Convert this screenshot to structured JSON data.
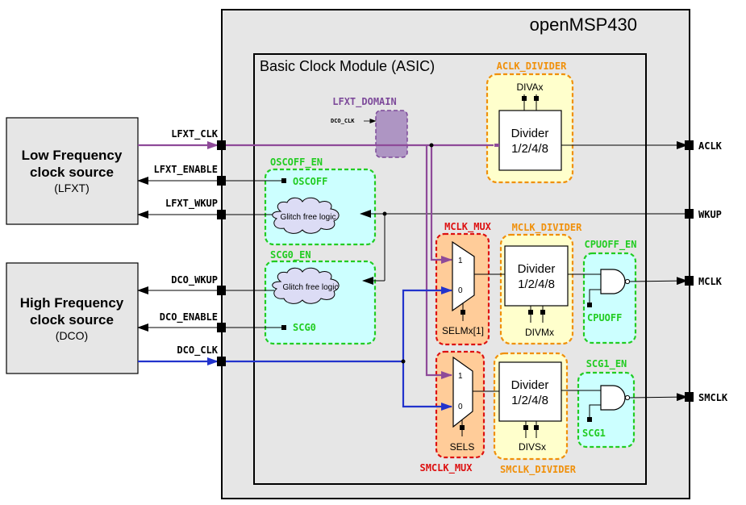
{
  "title": "openMSP430",
  "module": {
    "title": "Basic Clock Module (ASIC)"
  },
  "sources": {
    "lfxt": {
      "line1": "Low Frequency",
      "line2": "clock source",
      "sub": "(LFXT)"
    },
    "dco": {
      "line1": "High Frequency",
      "line2": "clock source",
      "sub": "(DCO)"
    }
  },
  "ports_left": {
    "lfxt_clk": "LFXT_CLK",
    "lfxt_enable": "LFXT_ENABLE",
    "lfxt_wkup": "LFXT_WKUP",
    "dco_wkup": "DCO_WKUP",
    "dco_enable": "DCO_ENABLE",
    "dco_clk": "DCO_CLK"
  },
  "ports_right": {
    "aclk": "ACLK",
    "wkup": "WKUP",
    "mclk": "MCLK",
    "smclk": "SMCLK"
  },
  "blocks": {
    "aclk_divider": {
      "title": "ACLK_DIVIDER",
      "control": "DIVAx",
      "line1": "Divider",
      "line2": "1/2/4/8"
    },
    "mclk_divider": {
      "title": "MCLK_DIVIDER",
      "control": "DIVMx",
      "line1": "Divider",
      "line2": "1/2/4/8"
    },
    "smclk_divider": {
      "title": "SMCLK_DIVIDER",
      "control": "DIVSx",
      "line1": "Divider",
      "line2": "1/2/4/8"
    },
    "lfxt_domain": {
      "title": "LFXT_DOMAIN",
      "input": "DCO_CLK"
    },
    "oscoff_en": {
      "title": "OSCOFF_EN",
      "signal": "OSCOFF",
      "logic": "Glitch free logic"
    },
    "scg0_en": {
      "title": "SCG0_EN",
      "signal": "SCG0",
      "logic": "Glitch free logic"
    },
    "mclk_mux": {
      "title": "MCLK_MUX",
      "in1": "1",
      "in0": "0",
      "select": "SELMx[1]"
    },
    "smclk_mux": {
      "title": "SMCLK_MUX",
      "in1": "1",
      "in0": "0",
      "select": "SELS"
    },
    "cpuoff_en": {
      "title": "CPUOFF_EN",
      "signal": "CPUOFF"
    },
    "scg1_en": {
      "title": "SCG1_EN",
      "signal": "SCG1"
    }
  },
  "colors": {
    "lfxt_signal": "#8e4a99",
    "dco_signal": "#2233cc",
    "divider_title": "#f0900a",
    "enable_title": "#22cc22",
    "mux_title": "#dd1111",
    "domain_title": "#7d4a9a"
  }
}
